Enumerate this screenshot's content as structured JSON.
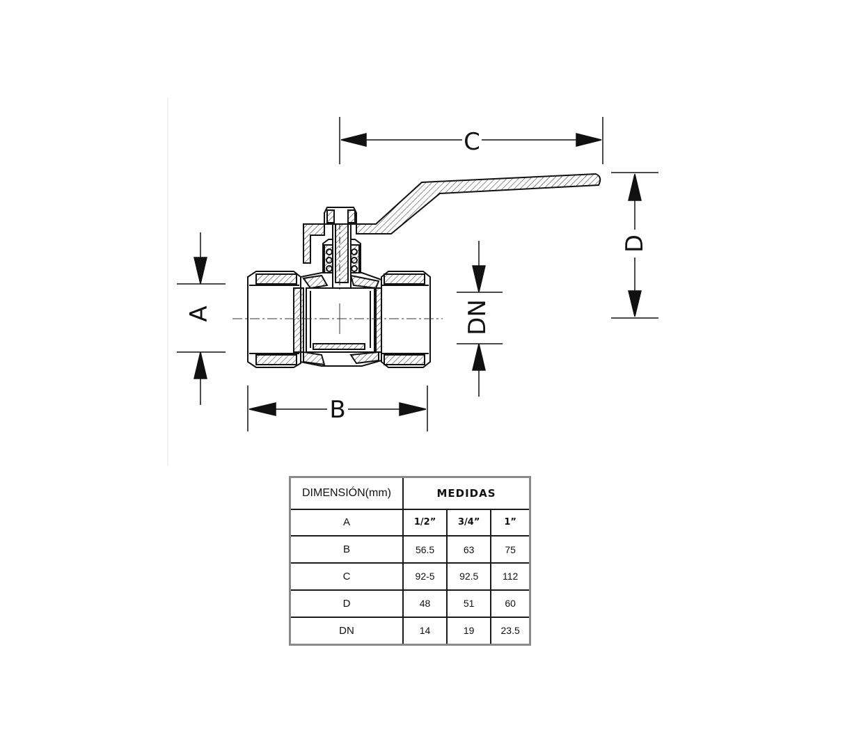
{
  "labels": {
    "a": "A",
    "b": "B",
    "c": "C",
    "d": "D",
    "dn": "DN"
  },
  "table": {
    "dimension_header": "DIMENSIÓN(mm)",
    "measures_header": "MEDIDAS",
    "rows": [
      {
        "label": "A",
        "values": [
          "1/2”",
          "3/4”",
          "1”"
        ]
      },
      {
        "label": "B",
        "values": [
          "56.5",
          "63",
          "75"
        ]
      },
      {
        "label": "C",
        "values": [
          "92-5",
          "92.5",
          "112"
        ]
      },
      {
        "label": "D",
        "values": [
          "48",
          "51",
          "60"
        ]
      },
      {
        "label": "DN",
        "values": [
          "14",
          "19",
          "23.5"
        ]
      }
    ]
  }
}
